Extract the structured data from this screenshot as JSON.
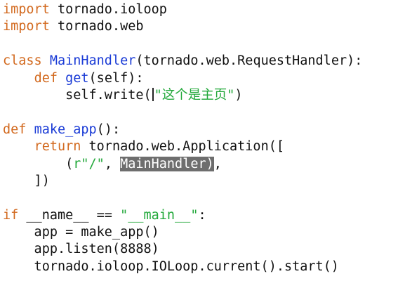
{
  "code": {
    "lines": [
      [
        {
          "t": "import",
          "c": "kw"
        },
        {
          "t": " tornado.ioloop",
          "c": "plain"
        }
      ],
      [
        {
          "t": "import",
          "c": "kw"
        },
        {
          "t": " tornado.web",
          "c": "plain"
        }
      ],
      [],
      [
        {
          "t": "class",
          "c": "kw"
        },
        {
          "t": " ",
          "c": "plain"
        },
        {
          "t": "MainHandler",
          "c": "kw2"
        },
        {
          "t": "(tornado.web.RequestHandler):",
          "c": "plain"
        }
      ],
      [
        {
          "t": "    ",
          "c": "plain"
        },
        {
          "t": "def",
          "c": "kw"
        },
        {
          "t": " ",
          "c": "plain"
        },
        {
          "t": "get",
          "c": "kw2"
        },
        {
          "t": "(self):",
          "c": "plain"
        }
      ],
      [
        {
          "t": "        self.write(",
          "c": "plain"
        },
        {
          "t": "\"这个是主页\"",
          "c": "str",
          "caret_before": true
        },
        {
          "t": ")",
          "c": "plain"
        }
      ],
      [],
      [
        {
          "t": "def",
          "c": "kw"
        },
        {
          "t": " ",
          "c": "plain"
        },
        {
          "t": "make_app",
          "c": "kw2"
        },
        {
          "t": "():",
          "c": "plain"
        }
      ],
      [
        {
          "t": "    ",
          "c": "plain"
        },
        {
          "t": "return",
          "c": "kw"
        },
        {
          "t": " tornado.web.Application([",
          "c": "plain"
        }
      ],
      [
        {
          "t": "        (",
          "c": "plain"
        },
        {
          "t": "r\"/\"",
          "c": "str"
        },
        {
          "t": ", ",
          "c": "plain"
        },
        {
          "t": "MainHandler)",
          "c": "sel"
        },
        {
          "t": ",",
          "c": "plain"
        }
      ],
      [
        {
          "t": "    ])",
          "c": "plain"
        }
      ],
      [],
      [
        {
          "t": "if",
          "c": "kw"
        },
        {
          "t": " __name__ == ",
          "c": "plain"
        },
        {
          "t": "\"__main__\"",
          "c": "str"
        },
        {
          "t": ":",
          "c": "plain"
        }
      ],
      [
        {
          "t": "    app = make_app()",
          "c": "plain"
        }
      ],
      [
        {
          "t": "    app.listen(8888)",
          "c": "plain"
        }
      ],
      [
        {
          "t": "    tornado.ioloop.IOLoop.current().start()",
          "c": "plain"
        }
      ]
    ]
  },
  "colors": {
    "background": "#ffffff",
    "keyword": "#d2691e",
    "name": "#1a3bd6",
    "string": "#22a83a",
    "text": "#111111",
    "selection": "#6e6e6e"
  }
}
